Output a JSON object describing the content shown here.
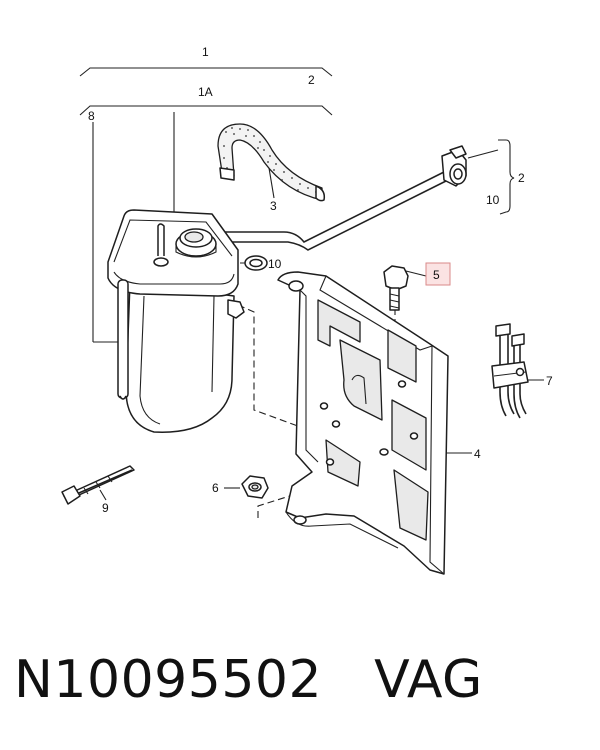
{
  "callouts": {
    "c1": "1",
    "c1a": "1A",
    "c2_top": "2",
    "c2_right": "2",
    "c3": "3",
    "c4": "4",
    "c5": "5",
    "c6": "6",
    "c7": "7",
    "c8": "8",
    "c9": "9",
    "c10_ring": "10",
    "c10_right": "10"
  },
  "colors": {
    "highlight_fill": "#fbe3e3",
    "highlight_border": "#d98a8a"
  },
  "footer": {
    "part_number": "N10095502",
    "brand": "VAG"
  }
}
